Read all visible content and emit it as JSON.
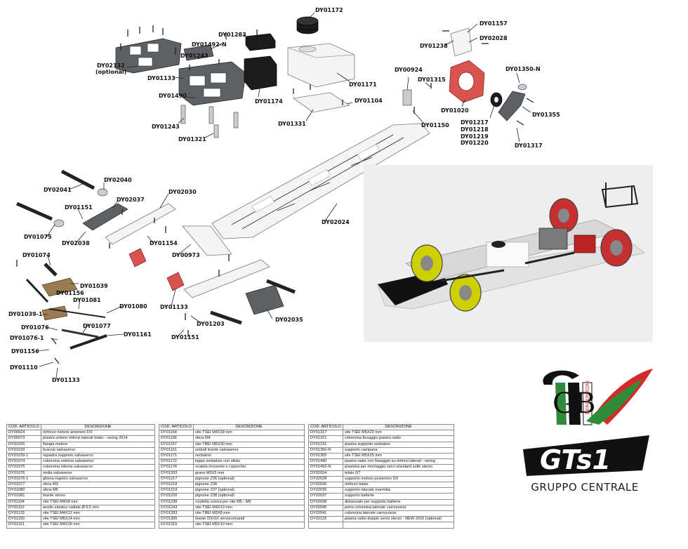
{
  "callouts": [
    "DY01172",
    "DY01157",
    "DY02028",
    "DY01238",
    "DY01283",
    "DY01492-N",
    "DY01243",
    "DY02132",
    "(optional)",
    "DY01133",
    "DY01490",
    "DY01174",
    "DY01171",
    "DY01243",
    "DY01321",
    "DY01331",
    "DY01104",
    "DY00924",
    "DY01315",
    "DY01350-N",
    "DY01020",
    "DY01355",
    "DY01217",
    "DY01218",
    "DY01219",
    "DY01220",
    "DY01150",
    "DY01317",
    "DY02040",
    "DY02041",
    "DY02037",
    "DY02030",
    "DY01151",
    "DY01075",
    "DY02038",
    "DY01154",
    "DY00973",
    "DY02024",
    "DY01074",
    "DY01039",
    "DY01156",
    "DY01081",
    "DY01080",
    "DY01133",
    "DY01039-1",
    "DY01076",
    "DY01077",
    "DY02035",
    "DY01203",
    "DY01076-1",
    "DY01161",
    "DY01151",
    "DY01156",
    "DY01110",
    "DY01133"
  ],
  "table_headers": {
    "code": "COD. ARTICOLO",
    "desc": "DESCRIZIONE"
  },
  "tables": [
    [
      [
        "DY00924",
        "rinforzo motore anteriore DX"
      ],
      [
        "DY00973",
        "piastra unione rinforzi laterali telaio - racing 2014"
      ],
      [
        "DY01020",
        "flangia motore"
      ],
      [
        "DY01039",
        "braccio salvaservo"
      ],
      [
        "DY01039-1",
        "squadra supporto salvaservo"
      ],
      [
        "DY01074",
        "colonnina esterna salvaservo"
      ],
      [
        "DY01075",
        "colonnina interna salvaservo"
      ],
      [
        "DY01076",
        "molla salvaservo"
      ],
      [
        "DY01076-1",
        "ghiera registro salvaservo"
      ],
      [
        "DY01077",
        "sfera M3"
      ],
      [
        "DY01080",
        "sfera M5"
      ],
      [
        "DY01081",
        "tirante sterzo"
      ],
      [
        "DY01104",
        "vite TSEI M4X8 mm"
      ],
      [
        "DY01110",
        "anello elastico radiale  Ø 5,5 mm"
      ],
      [
        "DY01133",
        "vite TSEI M4X12 mm"
      ],
      [
        "DY01150",
        "vite TSEI M5X14 mm"
      ],
      [
        "DY01151",
        "vite TSEI M4X16 mm"
      ]
    ],
    [
      [
        "DY01154",
        "vite TSEI M4X18 mm"
      ],
      [
        "DY01156",
        "sfera M4"
      ],
      [
        "DY01157",
        "vite TBEI M5X30 mm"
      ],
      [
        "DY01161",
        "uniball tirante salvaservo"
      ],
      [
        "DY01171",
        "serbatoio"
      ],
      [
        "DY01172",
        "tappo serbatoio con sfiato"
      ],
      [
        "DY01174",
        "scatola ricevente e coperchio"
      ],
      [
        "DY01203",
        "grano M3X5 mm"
      ],
      [
        "DY01217",
        "pignone Z35 (optional)"
      ],
      [
        "DY01218",
        "pignone Z36"
      ],
      [
        "DY01219",
        "pignone Z37 (optional)"
      ],
      [
        "DY01220",
        "pignone Z38 (optional)"
      ],
      [
        "DY01238",
        "rondella conica per vite M5 - M6"
      ],
      [
        "DY01243",
        "vite TSEI M4X10 mm"
      ],
      [
        "DY01283",
        "vite TBEI M3X8 mm"
      ],
      [
        "DY01305",
        "tirante DX/SX servocomandi"
      ],
      [
        "DY01315",
        "vite TSEI M5X10 mm"
      ]
    ],
    [
      [
        "DY01317",
        "vite TSEI M5X20 mm"
      ],
      [
        "DY01321",
        "colonnina fissaggio piastra radio"
      ],
      [
        "DY01331",
        "piastra supporto serbatoio"
      ],
      [
        "DY01350-N",
        "supporto campana"
      ],
      [
        "DY01355",
        "vite TSEI M5X25 mm"
      ],
      [
        "DY01490",
        "piastra radio con fissaggio su rinforzi laterali - racing"
      ],
      [
        "DY01492-N",
        "piastrina per montaggio servi standard sullo sterzo"
      ],
      [
        "DY02024",
        "telaio GT"
      ],
      [
        "DY02028",
        "supporto motore posteriore DX"
      ],
      [
        "DY02030",
        "rinforzo telaio"
      ],
      [
        "DY02035",
        "supporto laterale marmitta"
      ],
      [
        "DY02037",
        "supporto batterie"
      ],
      [
        "DY02038",
        "distanziale per supporto batterie"
      ],
      [
        "DY02040",
        "porta colonnina laterale carrozzeria"
      ],
      [
        "DY02041",
        "colonnina laterale carrozzeria"
      ],
      [
        "DY02132",
        "piastra radio doppio servo sterzo - NEW 2016 (optional)"
      ],
      [
        "",
        ""
      ]
    ]
  ],
  "logo": {
    "initials": "GB",
    "vertical_text": "BERGONZONI",
    "brand": "GTs1",
    "caption": "GRUPPO CENTRALE"
  },
  "colors": {
    "red": "#d42a2a",
    "green": "#2e8b3a",
    "black": "#111111"
  }
}
